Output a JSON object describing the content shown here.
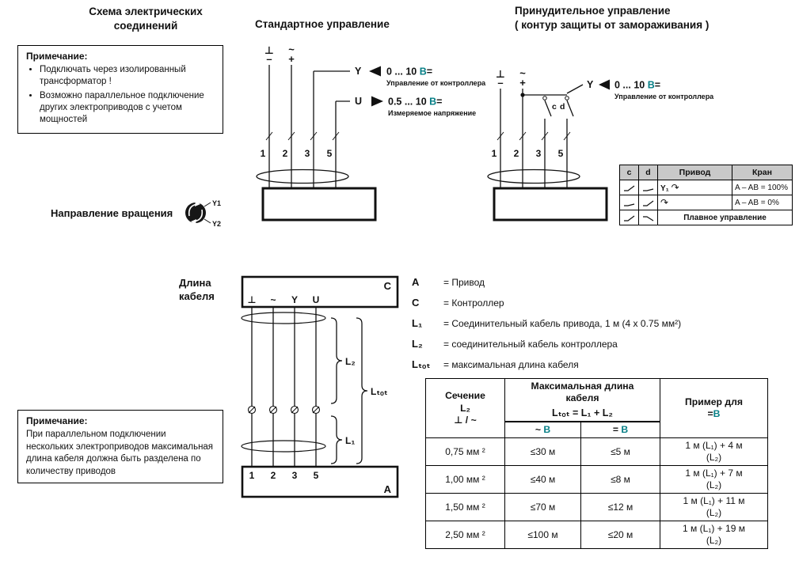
{
  "colors": {
    "accent": "#077f86",
    "text": "#111111"
  },
  "headers": {
    "schema_title": "Схема электрических соединений",
    "standard_title": "Стандартное управление",
    "forced_title": "Принудительное управление",
    "forced_subtitle": "( контур защиты от замораживания )",
    "rotation_label": "Направление вращения",
    "cable_label": "Длина кабеля"
  },
  "note1": {
    "title": "Примечание:",
    "bullet1": "Подключать через изолированный трансформатор !",
    "bullet2": "Возможно параллельное подключение других электроприводов с учетом мощностей"
  },
  "note2": {
    "title": "Примечание:",
    "text": "При параллельном подключении нескольких электроприводов максимальная длина кабеля должна быть разделена по количеству приводов"
  },
  "standard": {
    "gnd": "⊥",
    "gnd_dash": "–",
    "ac": "~",
    "plus": "+",
    "y": "Y",
    "y_value": [
      {
        "t": "0 ... 10 "
      },
      {
        "t": "В",
        "c": "teal"
      },
      {
        "t": "="
      }
    ],
    "y_desc": "Управление от контроллера",
    "u": "U",
    "u_value": [
      {
        "t": "0.5 ... 10 "
      },
      {
        "t": "В",
        "c": "teal"
      },
      {
        "t": "="
      }
    ],
    "u_desc": "Измеряемое напряжение",
    "t1": "1",
    "t2": "2",
    "t3": "3",
    "t5": "5"
  },
  "forced": {
    "gnd": "⊥",
    "gnd_dash": "–",
    "ac": "~",
    "plus": "+",
    "c": "c",
    "d": "d",
    "y": "Y",
    "y_value": [
      {
        "t": "0 ... 10 "
      },
      {
        "t": "В",
        "c": "teal"
      },
      {
        "t": "="
      }
    ],
    "y_desc": "Управление от контроллера",
    "t1": "1",
    "t2": "2",
    "t3": "3",
    "t5": "5"
  },
  "rotation": {
    "y1": "Y1",
    "y2": "Y2"
  },
  "cd_table": {
    "h_c": "c",
    "h_d": "d",
    "h_drive": "Привод",
    "h_valve": "Кран",
    "r1_drive": "Y₁",
    "r1_arrow": "↷",
    "r1_valve": "A – AB = 100%",
    "r2_arrow": "↷",
    "r2_valve": "A – AB = 0%",
    "r3_label": "Плавное управление",
    "icons": {
      "r1": [
        "switch-up-icon",
        "switch-flat-icon"
      ],
      "r2": [
        "switch-flat-icon",
        "switch-up-icon"
      ],
      "r3": [
        "switch-up-icon",
        "switch-down-icon"
      ]
    }
  },
  "cable_diagram": {
    "c_label": "C",
    "a_label": "A",
    "gnd": "⊥",
    "ac": "~",
    "y": "Y",
    "u": "U",
    "t1": "1",
    "t2": "2",
    "t3": "3",
    "t5": "5",
    "l2": "L₂",
    "l1": "L₁",
    "ltot": "Lₜₒₜ"
  },
  "legend": {
    "items": [
      {
        "key": "A",
        "value": "= Привод"
      },
      {
        "key": "C",
        "value": "= Контроллер"
      },
      {
        "key": "L₁",
        "value": "= Соединительный кабель привода, 1 м (4 x 0.75 мм²)"
      },
      {
        "key": "L₂",
        "value": "= соединительный кабель контроллера"
      },
      {
        "key": "Lₜₒₜ",
        "value": "= максимальная длина кабеля"
      }
    ]
  },
  "cable_table": {
    "col1_line1": "Сечение",
    "col1_line2": "L₂",
    "col1_line3": "⊥ / ~",
    "col2_line1": "Максимальная длина",
    "col2_line2": "кабеля",
    "formula": "Lₜₒₜ = L₁ + L₂",
    "sub_ac": [
      {
        "t": "~ "
      },
      {
        "t": "В",
        "c": "teal"
      }
    ],
    "sub_dc": [
      {
        "t": "= "
      },
      {
        "t": "В",
        "c": "teal"
      }
    ],
    "col3_line1": "Пример для",
    "col3_line2": [
      {
        "t": "="
      },
      {
        "t": "В",
        "c": "teal"
      }
    ],
    "rows": [
      {
        "section": "0,75 мм ²",
        "ac": "≤30 м",
        "dc": "≤5 м",
        "ex1": "1 м (L₁) + 4 м",
        "ex2": "(L₂)"
      },
      {
        "section": "1,00 мм ²",
        "ac": "≤40 м",
        "dc": "≤8 м",
        "ex1": "1 м (L₁) + 7 м",
        "ex2": "(L₂)"
      },
      {
        "section": "1,50 мм ²",
        "ac": "≤70 м",
        "dc": "≤12 м",
        "ex1": "1 м (L₁) + 11 м",
        "ex2": "(L₂)"
      },
      {
        "section": "2,50 мм ²",
        "ac": "≤100 м",
        "dc": "≤20 м",
        "ex1": "1 м (L₁) + 19 м",
        "ex2": "(L₂)"
      }
    ]
  }
}
